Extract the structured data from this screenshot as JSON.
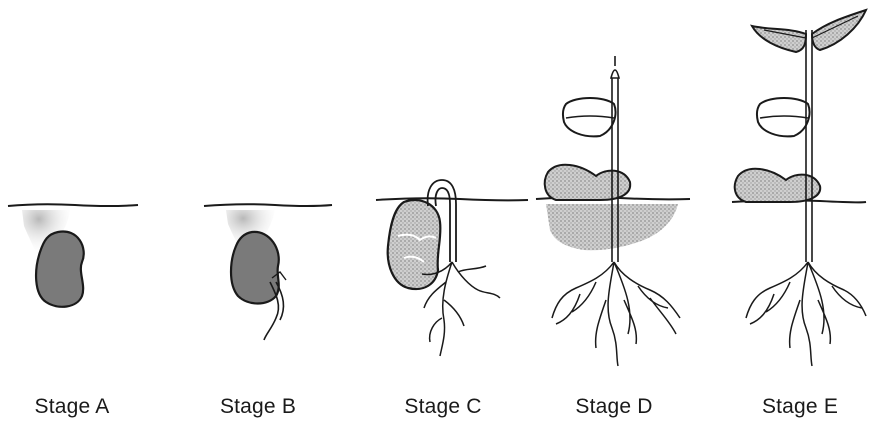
{
  "stages": [
    {
      "label": "Stage A"
    },
    {
      "label": "Stage B"
    },
    {
      "label": "Stage C"
    },
    {
      "label": "Stage D"
    },
    {
      "label": "Stage E"
    }
  ],
  "colors": {
    "ink": "#1a1a1a",
    "seed_fill": "#7a7a7a",
    "stipple": "#a9a9a9",
    "cotyledon_light": "#ffffff"
  }
}
